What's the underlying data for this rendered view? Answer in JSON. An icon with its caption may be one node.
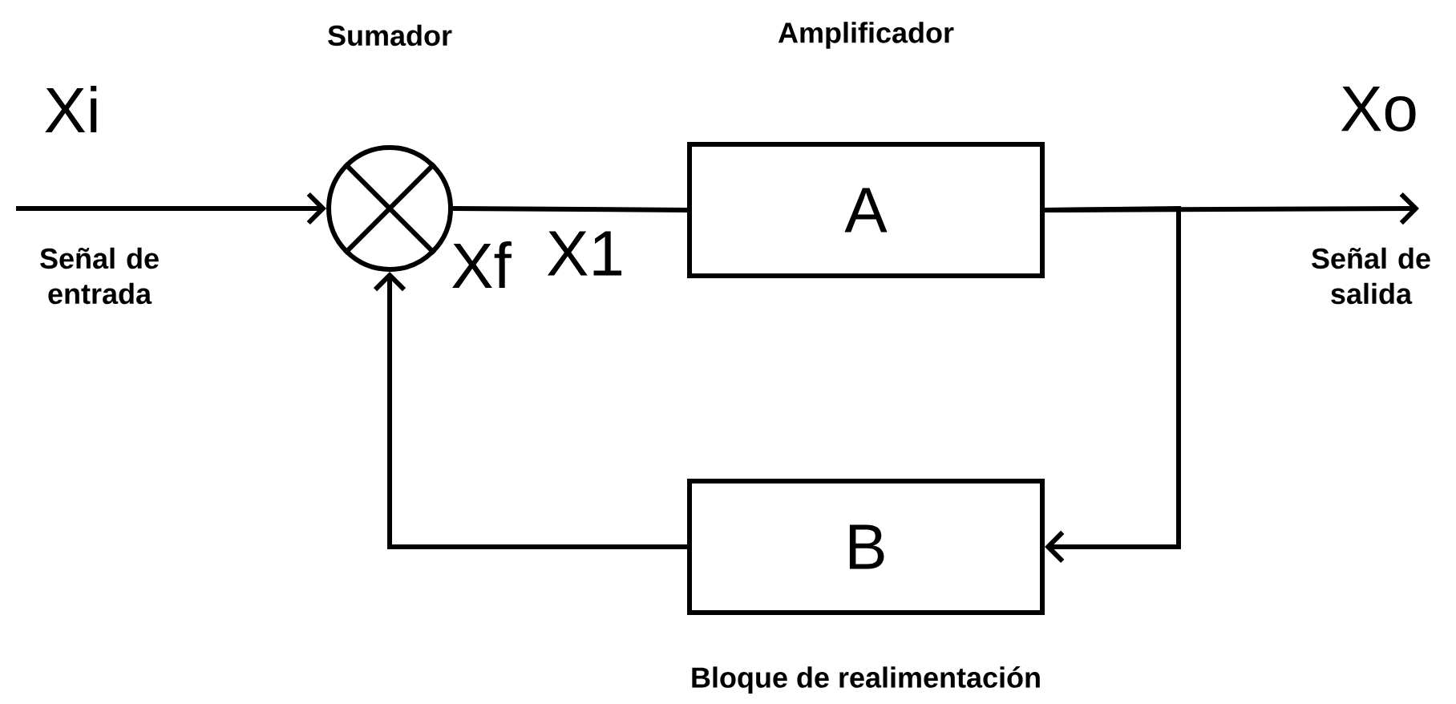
{
  "diagram": {
    "nodes": [
      {
        "text": [],
        "shape": "circle",
        "beside": [
          "Sumador"
        ]
      },
      {
        "text": [
          "A"
        ],
        "beside": [
          "Amplificador"
        ]
      },
      {
        "text": [
          "B"
        ],
        "beside": [
          "Bloque de realimentación"
        ]
      }
    ],
    "edges": [
      {
        "from": null,
        "to": 0,
        "arrow": "to",
        "label": "Xi"
      },
      {
        "from": 0,
        "to": 1,
        "arrow": "none",
        "label": "X1"
      },
      {
        "from": 1,
        "to": null,
        "arrow": "to",
        "label": "Xo"
      },
      {
        "from": 1,
        "to": 2,
        "arrow": "to"
      },
      {
        "from": 2,
        "to": 0,
        "arrow": "to",
        "label": "Xf"
      }
    ],
    "labels": [
      "Señal de entrada",
      "Señal de salida"
    ]
  }
}
